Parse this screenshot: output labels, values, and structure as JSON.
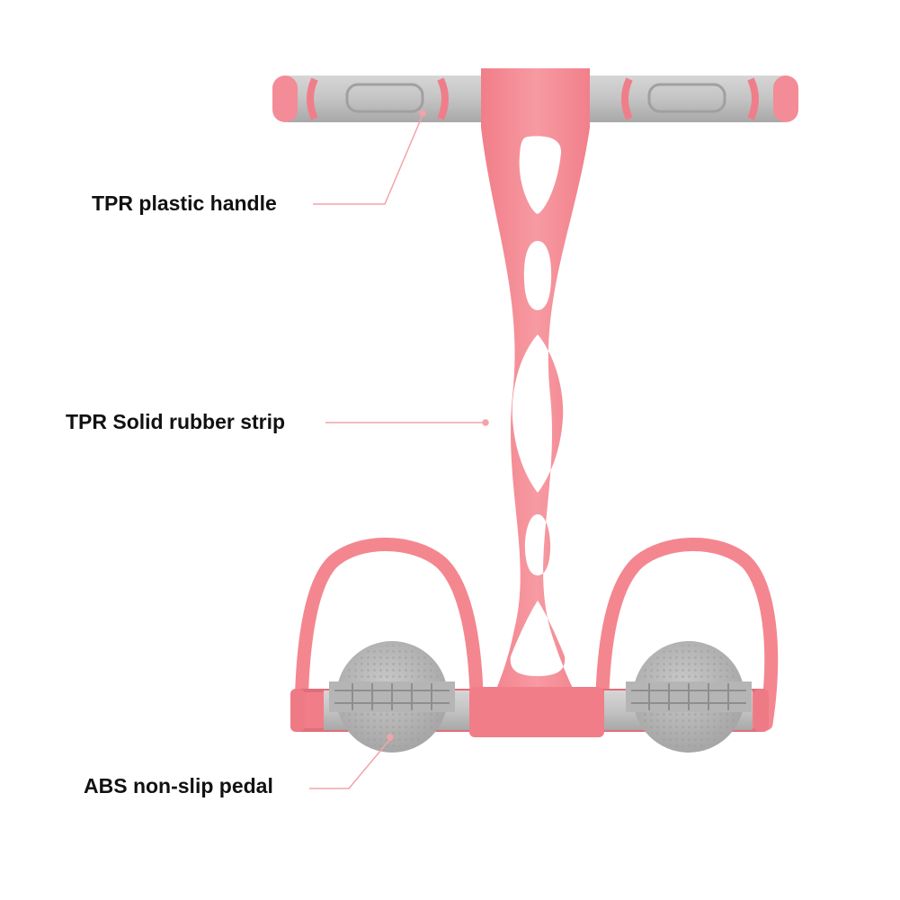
{
  "labels": {
    "handle": "TPR plastic handle",
    "strip": "TPR Solid rubber strip",
    "pedal": "ABS non-slip pedal"
  },
  "colors": {
    "background": "#ffffff",
    "rubber_pink": "#f4868f",
    "rubber_pink_light": "#f7a0a6",
    "handle_gray": "#c8c8c8",
    "handle_gray_dark": "#a9a9a9",
    "leader_line": "#f3a3a8",
    "text": "#111111"
  }
}
